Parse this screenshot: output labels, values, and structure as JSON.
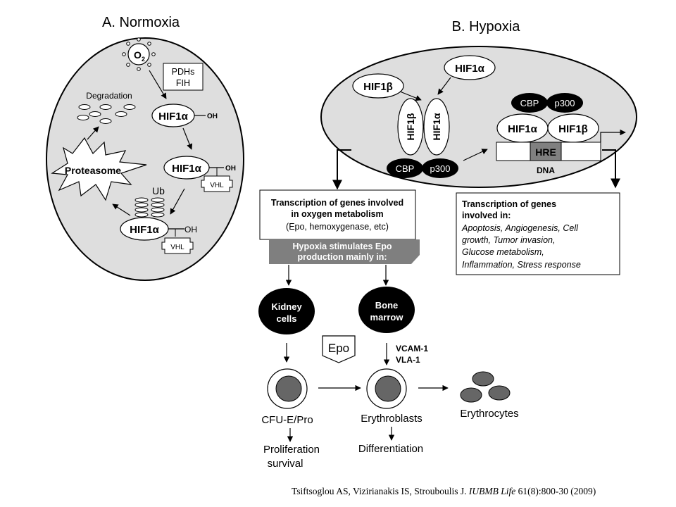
{
  "panel_a": {
    "title": "A. Normoxia",
    "o2": "O",
    "o2_sub": "2",
    "pdhs": "PDHs",
    "fih": "FIH",
    "degradation": "Degradation",
    "hif1a": "HIF1α",
    "oh": "OH",
    "vhl": "VHL",
    "ub": "Ub",
    "proteasome": "Proteasome"
  },
  "panel_b": {
    "title": "B. Hypoxia",
    "hif1a": "HIF1α",
    "hif1b": "HIF1β",
    "cbp": "CBP",
    "p300": "p300",
    "hre": "HRE",
    "dna": "DNA"
  },
  "box_oxygen": {
    "line1": "Transcription of genes involved",
    "line2": "in oxygen metabolism",
    "line3": "(Epo, hemoxygenase, etc)"
  },
  "banner": {
    "line1": "Hypoxia stimulates Epo",
    "line2": "production mainly in:"
  },
  "box_genes": {
    "line1": "Transcription of genes",
    "line2": "involved in:",
    "line3": "Apoptosis, Angiogenesis, Cell",
    "line4": "growth, Tumor invasion,",
    "line5": "Glucose metabolism,",
    "line6": "Inflammation, Stress response"
  },
  "kidney": {
    "line1": "Kidney",
    "line2": "cells"
  },
  "bone": {
    "line1": "Bone",
    "line2": "marrow"
  },
  "epo": "Epo",
  "vcam": "VCAM-1",
  "vla": "VLA-1",
  "cfu": "CFU-E/Pro",
  "erythroblasts": "Erythroblasts",
  "erythrocytes": "Erythrocytes",
  "proliferation": {
    "line1": "Proliferation",
    "line2": "survival"
  },
  "differentiation": "Differentiation",
  "citation": {
    "authors": "Tsiftsoglou AS, Vizirianakis IS, Strouboulis J.",
    "journal": "IUBMB Life",
    "ref": "61(8):800-30 (2009)"
  }
}
